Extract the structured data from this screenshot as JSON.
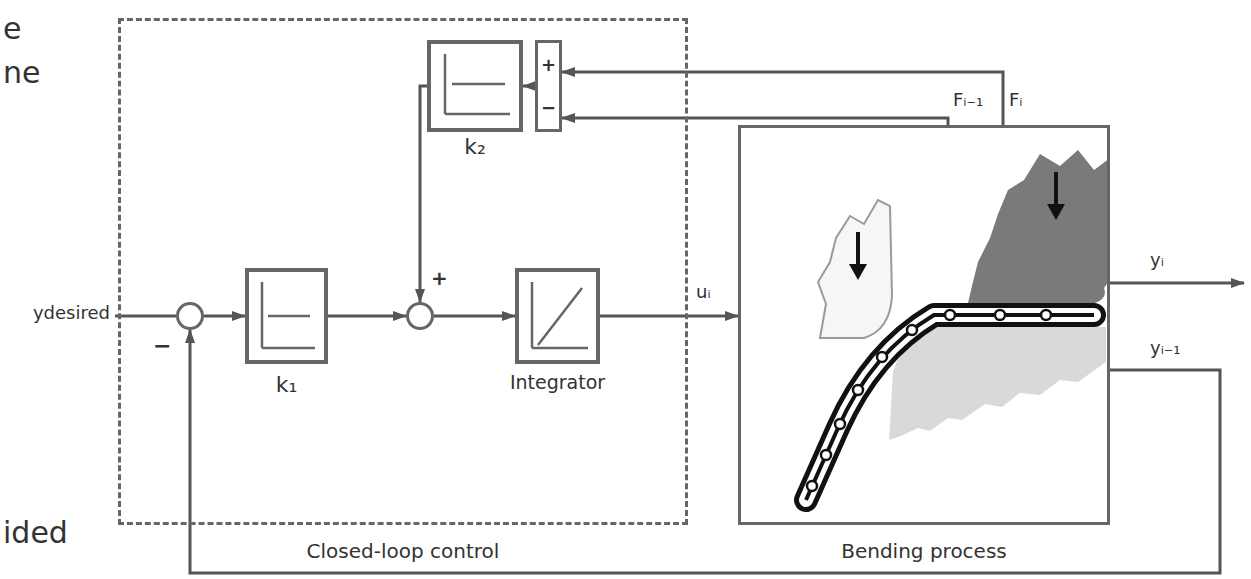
{
  "diagram": {
    "nodes": [
      {
        "text": [
          "Closed-loop control"
        ]
      },
      {
        "text": [
          "k₂"
        ],
        "in": 0
      },
      {
        "text": [
          "+",
          "−"
        ],
        "in": 0
      },
      {
        "text": [
          "−"
        ],
        "in": 0
      },
      {
        "text": [
          "k₁"
        ],
        "in": 0
      },
      {
        "text": [
          "+"
        ],
        "in": 0
      },
      {
        "text": [
          "Integrator"
        ],
        "in": 0
      },
      {
        "text": [
          "Bending process"
        ]
      }
    ],
    "edges": [
      {
        "from": 3,
        "to": 4,
        "arrow": "to"
      },
      {
        "from": 4,
        "to": 5,
        "arrow": "to"
      },
      {
        "from": 5,
        "to": 6,
        "arrow": "to"
      },
      {
        "from": 6,
        "to": 7,
        "label": "uᵢ",
        "arrow": "to"
      },
      {
        "from": 7,
        "to": 3,
        "label": "yᵢ₋₁",
        "arrow": "to"
      },
      {
        "from": 7,
        "to": 2,
        "label": "Fᵢ",
        "arrow": "to"
      },
      {
        "from": 7,
        "to": 2,
        "label": "Fᵢ₋₁",
        "arrow": "to"
      },
      {
        "from": 2,
        "to": 1,
        "arrow": "to"
      },
      {
        "from": 1,
        "to": 5,
        "arrow": "to"
      }
    ],
    "labels": [
      "ydesired",
      "yᵢ",
      "e",
      "ne",
      "ided"
    ]
  }
}
